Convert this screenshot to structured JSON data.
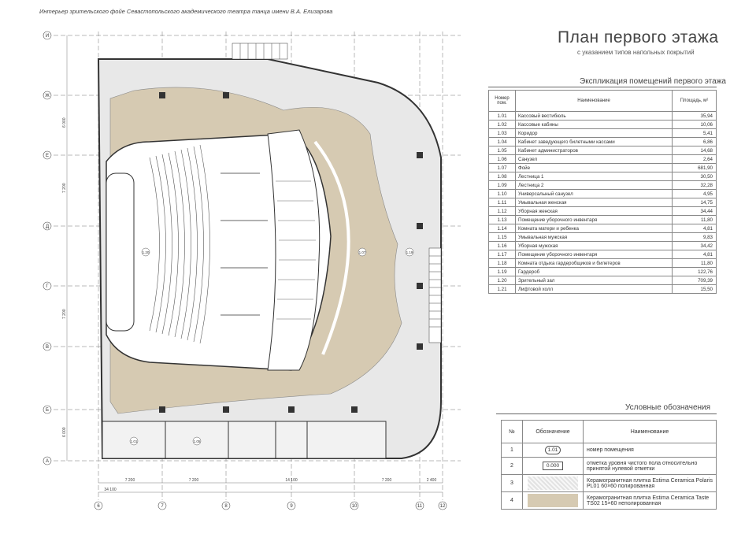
{
  "caption": "Интерьер зрительского фойе Севастопольского академического театра танца имени В.А. Елизарова",
  "title": "План первого этажа",
  "subtitle": "с указанием типов напольных покрытий",
  "explication": {
    "title": "Экспликация помещений первого этажа",
    "headers": [
      "Номер пом.",
      "Наименование",
      "Площадь, м²"
    ],
    "rows": [
      [
        "1.01",
        "Кассовый вестибюль",
        "35,94"
      ],
      [
        "1.02",
        "Кассовые кабины",
        "10,06"
      ],
      [
        "1.03",
        "Коридор",
        "5,41"
      ],
      [
        "1.04",
        "Кабинет заведующего билетными кассами",
        "6,86"
      ],
      [
        "1.05",
        "Кабинет администраторов",
        "14,68"
      ],
      [
        "1.06",
        "Санузел",
        "2,64"
      ],
      [
        "1.07",
        "Фойе",
        "681,90"
      ],
      [
        "1.08",
        "Лестница 1",
        "30,50"
      ],
      [
        "1.09",
        "Лестница 2",
        "32,28"
      ],
      [
        "1.10",
        "Универсальный санузел",
        "4,95"
      ],
      [
        "1.11",
        "Умывальная женская",
        "14,75"
      ],
      [
        "1.12",
        "Уборная женская",
        "34,44"
      ],
      [
        "1.13",
        "Помещение уборочного инвентаря",
        "11,80"
      ],
      [
        "1.14",
        "Комната матери и ребенка",
        "4,81"
      ],
      [
        "1.15",
        "Умывальная мужская",
        "9,83"
      ],
      [
        "1.16",
        "Уборная мужская",
        "34,42"
      ],
      [
        "1.17",
        "Помещение уборочного инвентаря",
        "4,81"
      ],
      [
        "1.18",
        "Комната отдыха гардеробщиков и билетеров",
        "11,80"
      ],
      [
        "1.19",
        "Гардероб",
        "122,76"
      ],
      [
        "1.20",
        "Зрительный зал",
        "709,39"
      ],
      [
        "1.21",
        "Лифтовой холл",
        "15,50"
      ]
    ]
  },
  "legend": {
    "title": "Условные обозначения",
    "headers": [
      "№",
      "Обозначение",
      "Наименование"
    ],
    "rows": [
      {
        "n": "1",
        "symbol": "1.01",
        "text": "номер помещения"
      },
      {
        "n": "2",
        "symbol": "0.000",
        "text": "отметка уровня чистого пола относительно принятой нулевой отметки"
      },
      {
        "n": "3",
        "symbol": "",
        "text": "Керамогранитная плитка Estima Ceramica Polaris PL01 60×60 полированная"
      },
      {
        "n": "4",
        "symbol": "",
        "text": "Керамогранитная плитка Estima Ceramica Taste TS02 15×60 неполированная"
      }
    ]
  },
  "plan": {
    "row_axes": [
      "И",
      "Ж",
      "Е",
      "Д",
      "Г",
      "В",
      "Б",
      "А"
    ],
    "col_axes": [
      "6",
      "7",
      "8",
      "9",
      "10",
      "11",
      "12"
    ],
    "dims_bottom": [
      "7 200",
      "7 200",
      "14 100",
      "7 200",
      "2 400"
    ],
    "dims_total": "34 100",
    "dims_left": [
      "6 000",
      "7 200",
      "7 200",
      "6 000"
    ],
    "room_labels": [
      "1.20",
      "1.07",
      "1.19",
      "1.01",
      "1.05"
    ],
    "colors": {
      "polished": "#e6e6e6",
      "matte": "#d6cab2",
      "lines": "#333333"
    }
  }
}
